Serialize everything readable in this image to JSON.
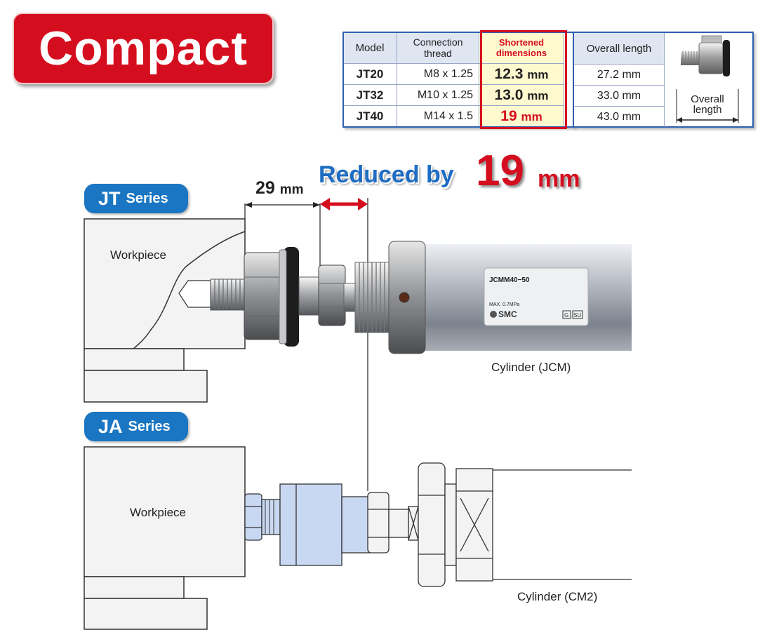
{
  "badge": "Compact",
  "table": {
    "headers": [
      "Model",
      "Connection thread",
      "Shortened dimensions",
      "Overall length"
    ],
    "rows": [
      {
        "model": "JT20",
        "thread": "M8 x 1.25",
        "short_val": "12.3",
        "short_unit": "mm",
        "overall": "27.2 mm"
      },
      {
        "model": "JT32",
        "thread": "M10 x 1.25",
        "short_val": "13.0",
        "short_unit": "mm",
        "overall": "33.0 mm"
      },
      {
        "model": "JT40",
        "thread": "M14 x 1.5",
        "short_val": "19",
        "short_unit": "mm",
        "overall": "43.0 mm"
      }
    ],
    "overall_label_1": "Overall",
    "overall_label_2": "length"
  },
  "diagram": {
    "dim_value": "29",
    "dim_unit": "mm",
    "reduced_text": "Reduced by",
    "reduced_value": "19",
    "reduced_unit": "mm",
    "jt_series": {
      "code": "JT",
      "word": "Series"
    },
    "ja_series": {
      "code": "JA",
      "word": "Series"
    },
    "workpiece_top": "Workpiece",
    "workpiece_bottom": "Workpiece",
    "cylinder_jcm": "Cylinder (JCM)",
    "cylinder_cm2": "Cylinder (CM2)",
    "cyl_label_model": "JCMM40−50",
    "cyl_label_pressure": "MAX. 0.7MPa",
    "cyl_label_brand": "SMC",
    "cyl_label_g": "G",
    "cyl_label_su": "SU"
  },
  "colors": {
    "red": "#d40e1e",
    "blue": "#1a76c2",
    "light_blue": "#c9d8f2"
  }
}
